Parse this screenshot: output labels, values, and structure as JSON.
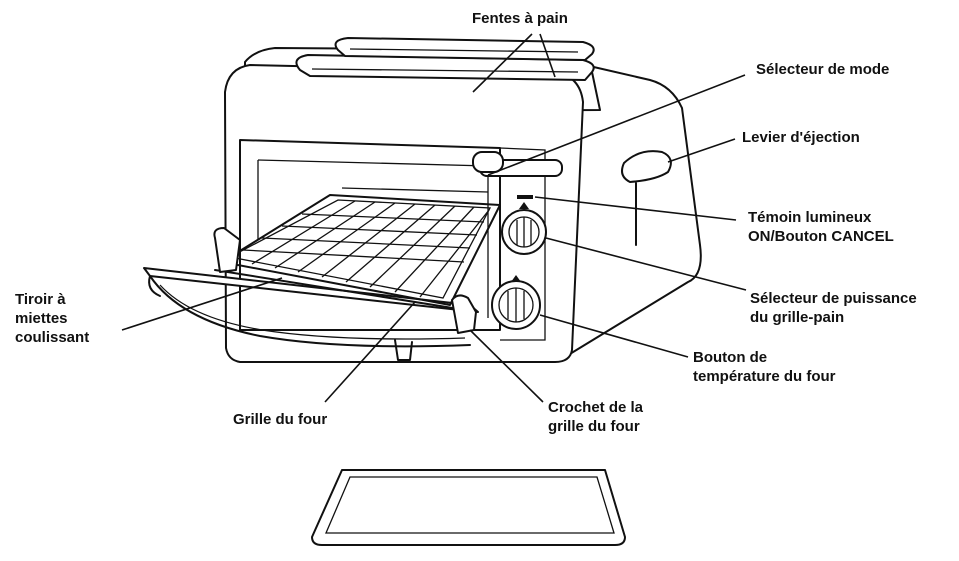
{
  "labels": {
    "fentes": "Fentes à pain",
    "selecteur_mode": "Sélecteur de mode",
    "levier": "Levier d'éjection",
    "temoin_1": "Témoin lumineux",
    "temoin_2": "ON/Bouton CANCEL",
    "puissance_1": "Sélecteur de puissance",
    "puissance_2": "du grille-pain",
    "temperature_1": "Bouton de",
    "temperature_2": "température du four",
    "crochet_1": "Crochet de la",
    "crochet_2": "grille du four",
    "grille": "Grille du four",
    "tiroir_1": "Tiroir à",
    "tiroir_2": "miettes",
    "tiroir_3": "coulissant"
  },
  "colors": {
    "line": "#111111",
    "background": "#ffffff"
  }
}
